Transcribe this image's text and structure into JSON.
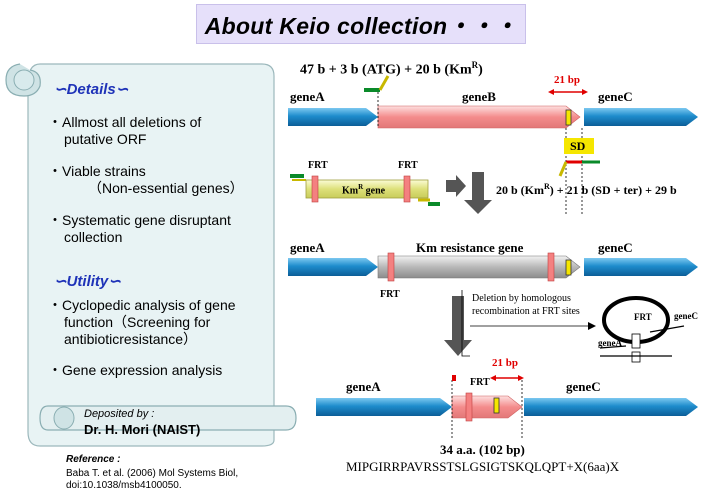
{
  "title": "About Keio collection・・・",
  "details": {
    "header": "∽Details∽",
    "items": [
      [
        "・Allmost all deletions of",
        "putative ORF"
      ],
      [
        "・Viable strains",
        "（Non-essential genes）"
      ],
      [
        "・Systematic gene disruptant",
        "collection"
      ]
    ]
  },
  "utility": {
    "header": "∽Utility∽",
    "items": [
      [
        "・Cyclopedic analysis of gene",
        "function（Screening for",
        "antibioticresistance）"
      ],
      [
        "・Gene expression analysis"
      ]
    ]
  },
  "deposited": {
    "label": "Deposited by :",
    "name": "Dr. H. Mori (NAIST)"
  },
  "reference": {
    "label": "Reference :",
    "line1": "Baba T. et al. (2006) Mol Systems Biol,",
    "line2": "doi:10.1038/msb4100050."
  },
  "diagram": {
    "top_formula": "47 b + 3 b (ATG) + 20 b (Km",
    "top_formula_sup": "R",
    "top_formula_end": ")",
    "bp21_top": "21 bp",
    "geneA": "geneA",
    "geneB": "geneB",
    "geneC": "geneC",
    "sd": "SD",
    "frt": "FRT",
    "km_gene": "Km",
    "km_gene_sup": "R",
    "km_gene_end": " gene",
    "formula2_a": "20 b (Km",
    "formula2_sup": "R",
    "formula2_b": ") + 21 b (SD + ter) + 29 b",
    "km_resistance": "Km resistance gene",
    "deletion_line1": "Deletion by homologous",
    "deletion_line2": "recombination at FRT sites",
    "bp21_bottom": "21 bp",
    "aa": "34 a.a. (102 bp)",
    "sequence": "MIPGIRRPAVRSSTSLGSIGTSKQLQPT+X(6aa)X"
  },
  "colors": {
    "gene_blue": "#1e90c8",
    "gene_pink": "#f4a0a0",
    "frt": "#e86060",
    "yellow": "#f5e600",
    "green": "#0a8a2a",
    "title_bg": "#e6e0fa",
    "panel_bg": "#e8f3f4",
    "header_blue": "#1f33b8"
  }
}
